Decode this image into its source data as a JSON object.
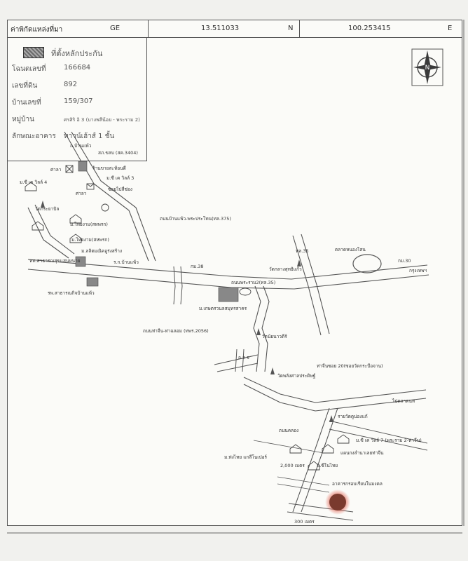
{
  "header": {
    "label_lat_long": "ค่าพิกัดแหล่งที่มา",
    "datum": "GE",
    "lat": "13.511033",
    "lat_dir": "N",
    "lon": "100.253415",
    "lon_dir": "E"
  },
  "info": {
    "legend_label": "ที่ตั้งหลักประกัน",
    "deed_label": "โฉนดเลขที่",
    "deed_no": "166684",
    "land_label": "เลขที่ดิน",
    "land_no": "892",
    "house_label": "บ้านเลขที่",
    "house_no": "159/307",
    "village_label": "หมู่บ้าน",
    "village_value": "ศรสิริ อิ 3 (บางพลีน้อย - พระราม 2)",
    "building_label": "ลักษณะอาคาร",
    "building_value": "ทาวน์เฮ้าส์ 1 ชั้น"
  },
  "map": {
    "labels": {
      "road_top": "ถ.บ้านแพ้ว",
      "police_top": "สภ.ขลบ (สค.3404)",
      "sala": "ศาลา",
      "shop1": "ร้านขายสะท้อนดี",
      "village_kc3": "ม.ซี เค วิลล์ 3",
      "village_kc4": "ม.ซี เค วิลล์ 4",
      "post": "ซอยไปสี่ช่อง",
      "sala2": "ศาลา",
      "temple_left": "วัดกระยาบิล",
      "village_p1": "ม.ไทยงาม(สหพรก)",
      "village_p2": "ม.ไทยงาม(สหพรก)",
      "village_p3": "ม.ลลิตมณิคอูร่งสร้าง",
      "branch": "ร.ก.บ้านแพ้ว",
      "road_connect": "ถนนบ้านแพ้ว-พระประโทน(ทล.375)",
      "road_km": "กม.38",
      "road_main": "ถนนพระราม2(ทล.35)",
      "highway": "ทล.35",
      "temple_mid": "วัดกลางสุทธิแก้ว",
      "market": "ตลาดหนองโสน",
      "km30": "กม.30",
      "bangkok": "กรุงเทพฯ",
      "hospital": "ทท.สาธารณสุขแสนหนาย",
      "school": "รพ.สาธารณกิจบ้านแพ้ว",
      "estate": "ม.เกษตรวนลสมุทรสาคร",
      "road_south": "ถนนท่าจีน-ท่าฉลอม (ทพร.2056)",
      "temple_b": "วัดนัยนาวดีร์",
      "road_k": "ถ.ล จ",
      "temple_c": "วัดพลังศาลประดิษฐ์",
      "soi20": "ท่าจีนซอย 20(ซอยวัดกระบือจาน)",
      "to_market": "ไปตลาดนท",
      "temple_d": "รายวัดดูน่องแก้",
      "road_canal": "ถนนคลอง",
      "village_kc7": "ม.ซี เค วิลล์ 7 (พระราม 2-ท่าจีน)",
      "hospital2": "แผนกงลำนาเลยท่าจีน",
      "village_lee": "ม.ท่งไทย แกลีโนเปอร์",
      "dist1": "2,000 เมตร",
      "village_ki": "ม.ซีโนไทย",
      "target": "อาคารกรอบเรียนในมงคล",
      "dist2": "300 เมตร"
    },
    "colors": {
      "line": "#555555",
      "road_fill": "#ffffff",
      "marker": "#7a3a2e",
      "marker_glow": "#e06050"
    }
  }
}
